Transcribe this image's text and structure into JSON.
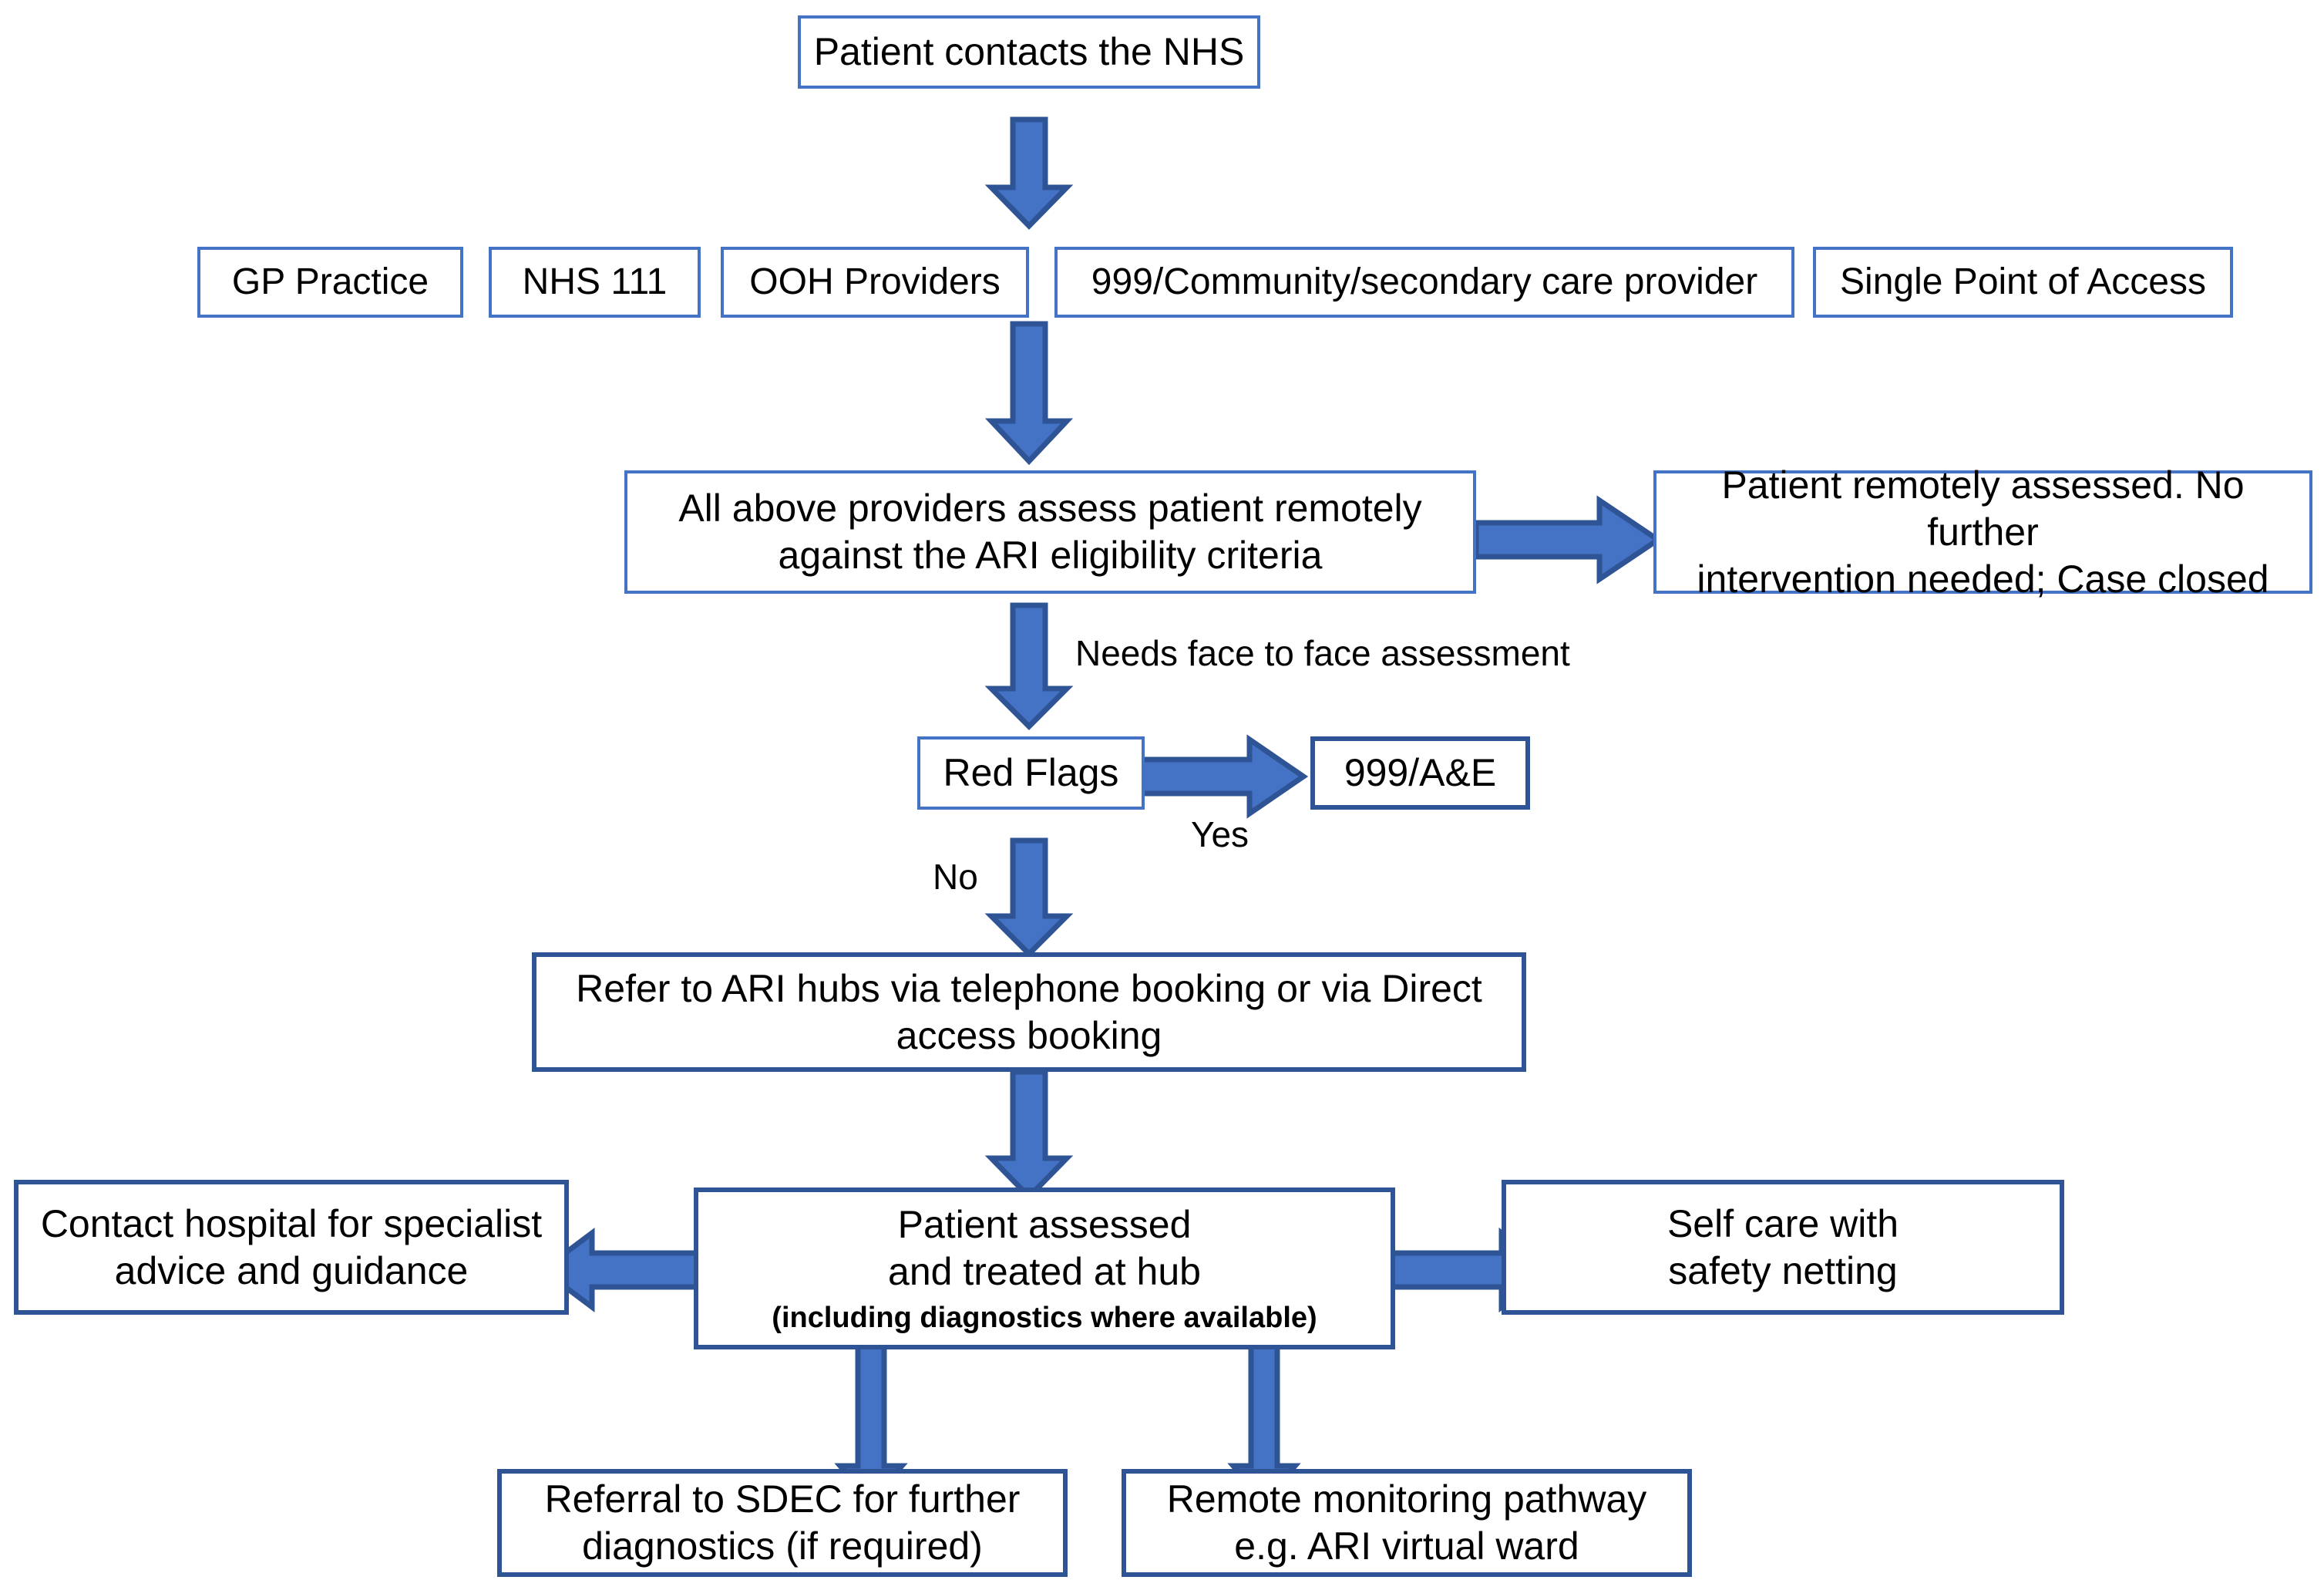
{
  "diagram": {
    "title": "NHS Acute Respiratory Infection (ARI) patient pathway flowchart",
    "colors": {
      "box_border_light": "#4472C4",
      "box_border_dark": "#2E5496",
      "arrow_fill": "#4472C4",
      "arrow_stroke": "#2E5496",
      "box_fill": "#FFFFFF",
      "text": "#000000"
    },
    "nodes": {
      "start": {
        "label": "Patient contacts the NHS"
      },
      "providers": [
        {
          "label": "GP Practice"
        },
        {
          "label": "NHS 111"
        },
        {
          "label": "OOH Providers"
        },
        {
          "label": "999/Community/secondary care provider"
        },
        {
          "label": "Single Point of Access"
        }
      ],
      "remote_assess": {
        "line1": "All above providers assess patient remotely",
        "line2": "against the ARI eligibility criteria"
      },
      "case_closed": {
        "line1": "Patient remotely assessed. No further",
        "line2": "intervention needed; Case closed"
      },
      "red_flags": {
        "label": "Red Flags"
      },
      "emergency": {
        "label": "999/A&E"
      },
      "refer_hub": {
        "line1": "Refer to ARI hubs via telephone booking or via Direct",
        "line2": "access booking"
      },
      "hub_assess": {
        "line1": "Patient assessed",
        "line2": "and treated at hub",
        "line3": "(including diagnostics where available)"
      },
      "specialist_advice": {
        "line1": "Contact hospital for specialist",
        "line2": "advice and guidance"
      },
      "self_care": {
        "line1": "Self care with",
        "line2": "safety netting"
      },
      "sdec": {
        "line1": "Referral to SDEC for further",
        "line2": "diagnostics (if required)"
      },
      "remote_monitoring": {
        "line1": "Remote monitoring pathway",
        "line2": "e.g. ARI virtual ward"
      }
    },
    "edge_labels": {
      "needs_f2f": "Needs face to face assessment",
      "yes": "Yes",
      "no": "No"
    }
  }
}
